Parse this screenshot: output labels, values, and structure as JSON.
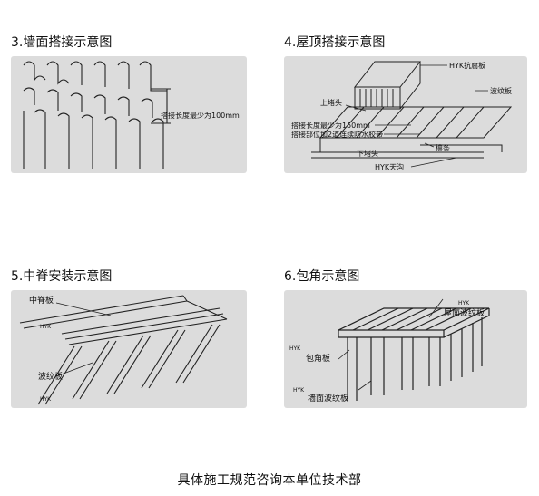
{
  "titles": {
    "wall": "3.墙面搭接示意图",
    "roof": "4.屋顶搭接示意图",
    "ridge": "5.中脊安装示意图",
    "corner": "6.包角示意图"
  },
  "wall": {
    "overlap_label": "搭接长度最少为100mm"
  },
  "roof": {
    "anticorrosion": "HYK抗腐板",
    "corrugated": "波纹板",
    "upper_plug": "上堵头",
    "overlap_min": "搭接长度最少为150mm",
    "tape": "搭接部位加2道连续防水胶带",
    "purlin": "檩条",
    "lower_plug": "下堵头",
    "gutter": "HYK天沟"
  },
  "ridge": {
    "ridge_board": "中脊板",
    "brand1": "HYK",
    "corrugated": "波纹板",
    "brand2": "HYK"
  },
  "corner": {
    "brand_top": "HYK",
    "roof_corrugated": "屋面波纹板",
    "brand_left": "HYK",
    "corner_board": "包角板",
    "brand_left2": "HYK",
    "wall_corrugated": "墙面波纹板"
  },
  "footer": "具体施工规范咨询本单位技术部"
}
